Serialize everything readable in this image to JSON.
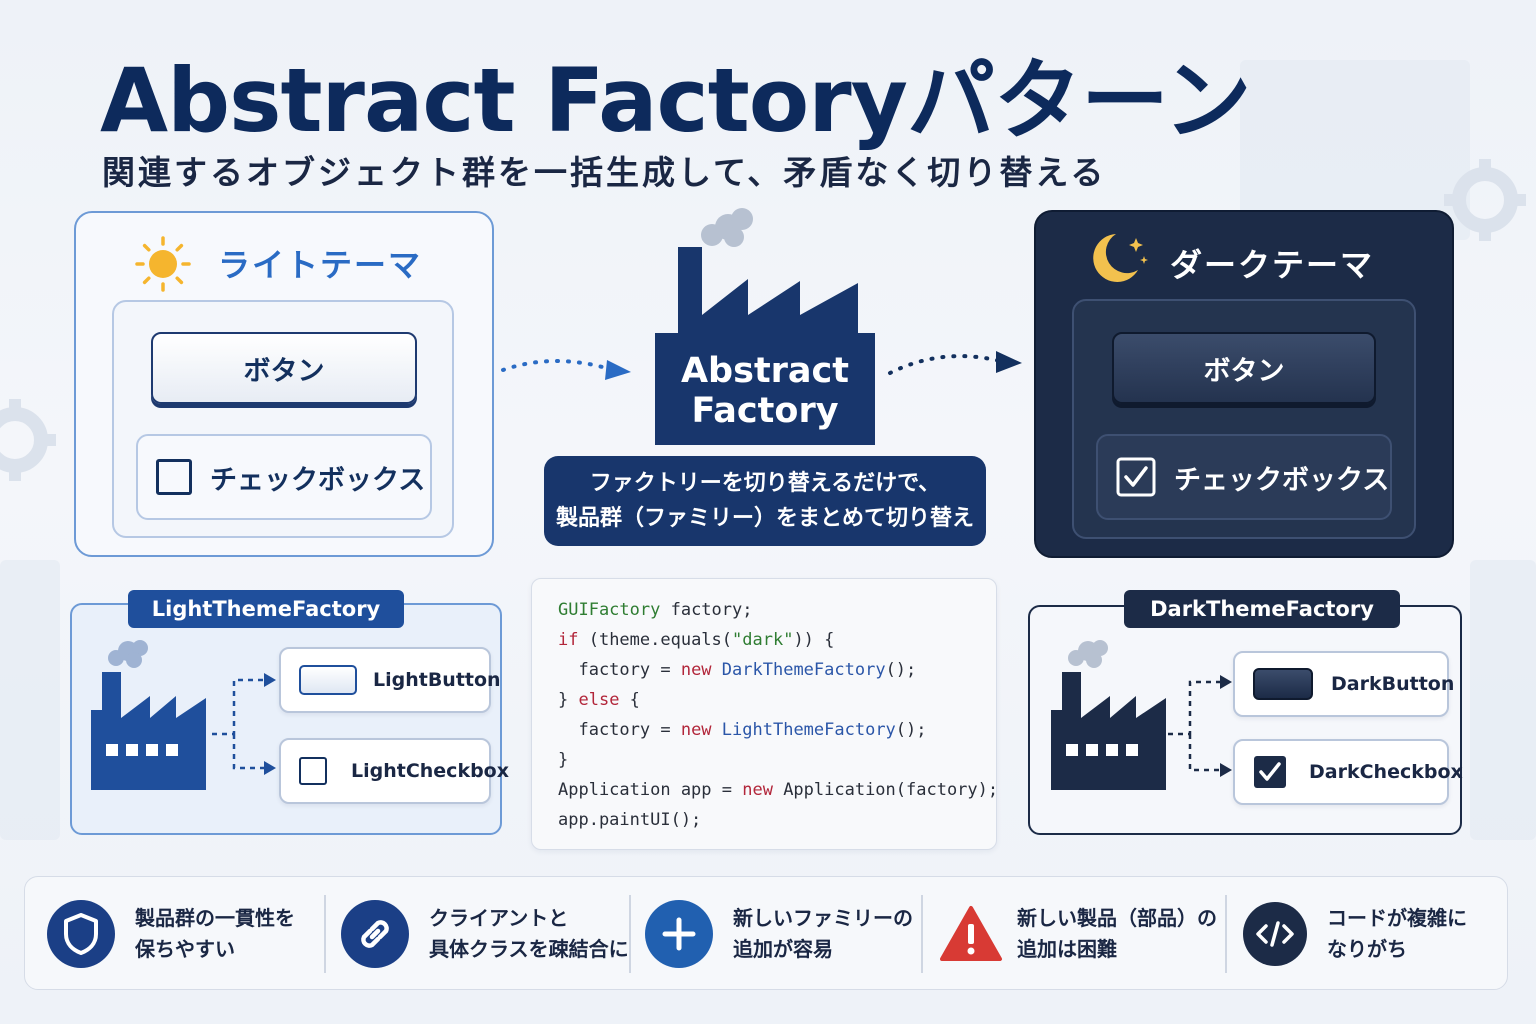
{
  "header": {
    "title": "Abstract Factoryパターン",
    "subtitle": "関連するオブジェクト群を一括生成して、矛盾なく切り替える"
  },
  "light_theme": {
    "heading": "ライトテーマ",
    "button_label": "ボタン",
    "checkbox_label": "チェックボックス",
    "checkbox_checked": false
  },
  "dark_theme": {
    "heading": "ダークテーマ",
    "button_label": "ボタン",
    "checkbox_label": "チェックボックス",
    "checkbox_checked": true
  },
  "center": {
    "factory_line1": "Abstract",
    "factory_line2": "Factory",
    "explain_line1": "ファクトリーを切り替えるだけで、",
    "explain_line2": "製品群（ファミリー）をまとめて切り替え"
  },
  "light_factory": {
    "name": "LightThemeFactory",
    "products": [
      "LightButton",
      "LightCheckbox"
    ]
  },
  "dark_factory": {
    "name": "DarkThemeFactory",
    "products": [
      "DarkButton",
      "DarkCheckbox"
    ]
  },
  "code": {
    "lines": [
      "GUIFactory factory;",
      "if (theme.equals(\"dark\")) {",
      "  factory = new DarkThemeFactory();",
      "} else {",
      "  factory = new LightThemeFactory();",
      "}",
      "Application app = new Application(factory);",
      "app.paintUI();"
    ]
  },
  "points": [
    {
      "icon": "shield-icon",
      "line1": "製品群の一貫性を",
      "line2": "保ちやすい",
      "color": "#1b3f86"
    },
    {
      "icon": "link-icon",
      "line1": "クライアントと",
      "line2": "具体クラスを疎結合に",
      "color": "#1b3f86"
    },
    {
      "icon": "plus-icon",
      "line1": "新しいファミリーの",
      "line2": "追加が容易",
      "color": "#2160b0"
    },
    {
      "icon": "warning-icon",
      "line1": "新しい製品（部品）の",
      "line2": "追加は困難",
      "color": "#d83a34"
    },
    {
      "icon": "code-icon",
      "line1": "コードが複雑に",
      "line2": "なりがち",
      "color": "#1c2b47"
    }
  ],
  "colors": {
    "navy": "#0d2a5c",
    "light_accent": "#2a6bc4",
    "dark_panel": "#1c2b47",
    "warning_red": "#d83a34",
    "sun": "#f5b52e",
    "moon": "#f2c14e"
  }
}
